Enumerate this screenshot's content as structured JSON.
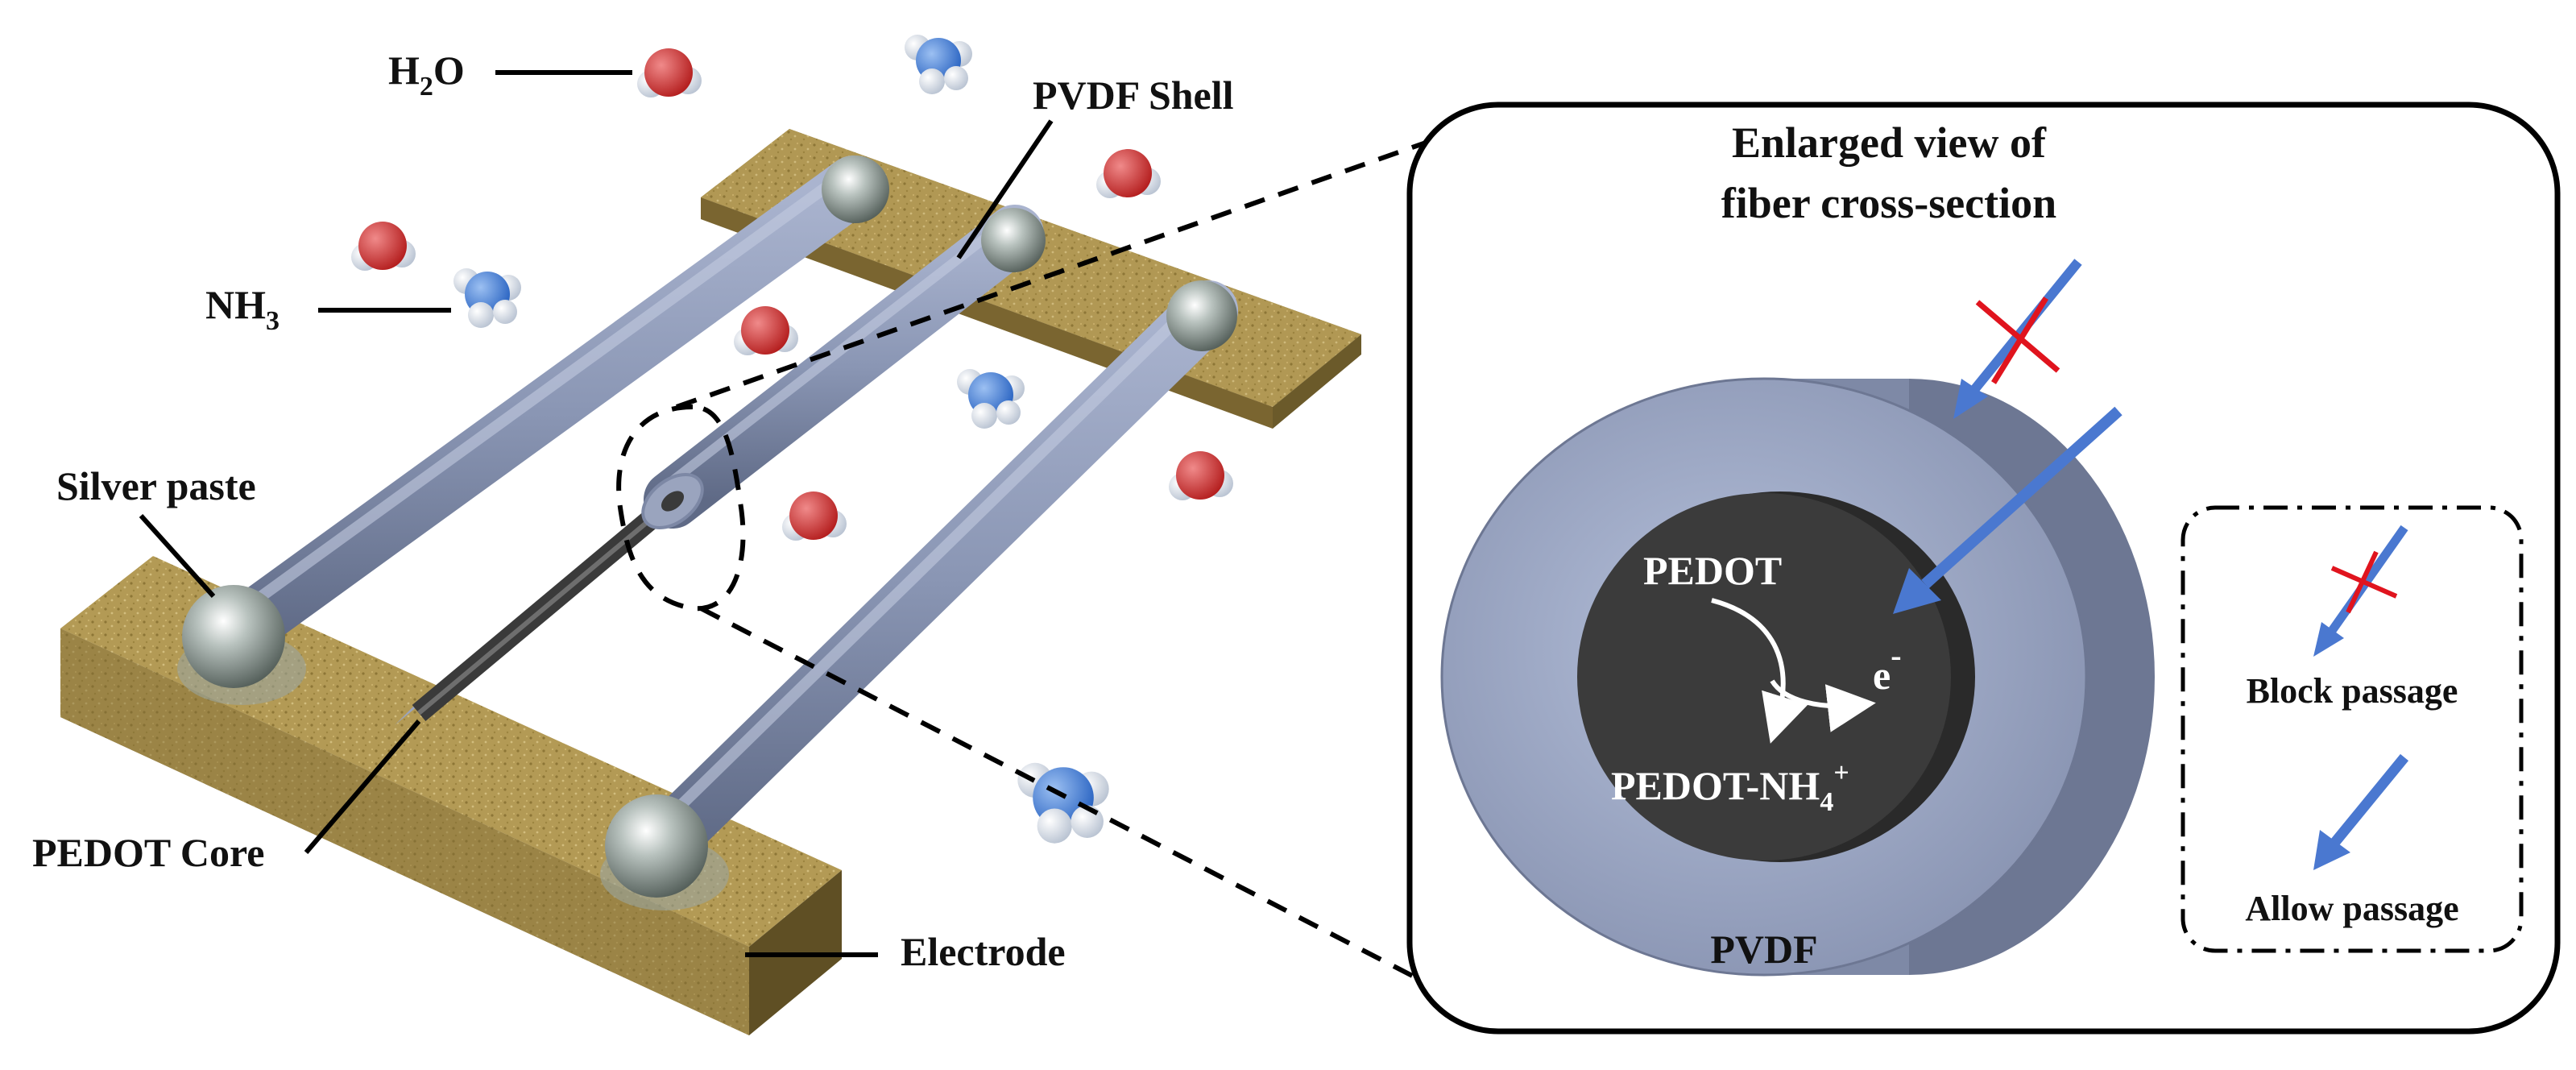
{
  "labels": {
    "water": "H",
    "water_sub": "2",
    "water_tail": "O",
    "ammonia": "NH",
    "ammonia_sub": "3",
    "pvdf_shell": "PVDF  Shell",
    "silver_paste": "Silver paste",
    "pedot_core": "PEDOT Core",
    "electrode": "Electrode"
  },
  "inset": {
    "title_line1": "Enlarged view of",
    "title_line2": "fiber cross-section",
    "core_label": "PEDOT",
    "electron": "e",
    "electron_sup": "-",
    "product": "PEDOT-NH",
    "product_sub": "4",
    "product_sup": "+",
    "shell_label": "PVDF"
  },
  "legend": {
    "block": "Block passage",
    "allow": "Allow passage"
  },
  "colors": {
    "electrode": "#b39a55",
    "fiber": "#8f9bb8",
    "core": "#3a3a3a",
    "arrow": "#4a78d0",
    "cross": "#e0141e",
    "oxygen": "#d42c2c",
    "nitrogen": "#3f7fd8",
    "hydrogen": "#e8edf5"
  }
}
